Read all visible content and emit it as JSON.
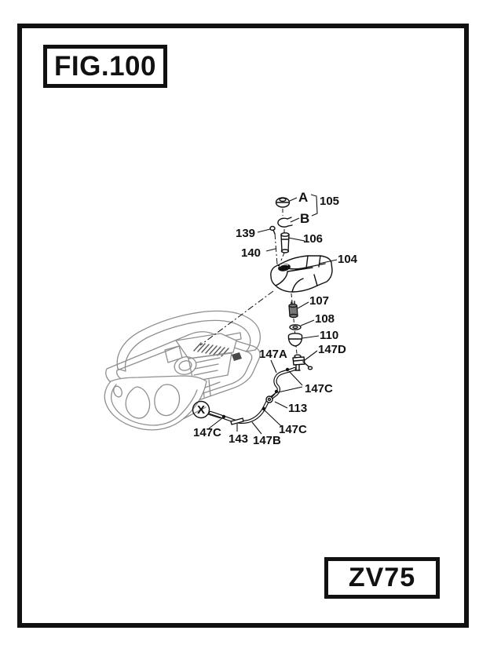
{
  "colors": {
    "ink": "#111111",
    "machine_line": "#8f8f8f",
    "paper": "#ffffff"
  },
  "header": {
    "figure_label": "FIG.100"
  },
  "footer": {
    "model_label": "ZV75"
  },
  "diagram": {
    "description": "Exploded parts view of fuel tank assembly above plate compactor illustration",
    "callouts": {
      "ref_a": "A",
      "ref_b": "B",
      "p105": "105",
      "p139": "139",
      "p140": "140",
      "p106": "106",
      "p104": "104",
      "p107": "107",
      "p108": "108",
      "p110": "110",
      "p147d": "147D",
      "p147a": "147A",
      "p147c_top": "147C",
      "p113": "113",
      "p147c_mid": "147C",
      "p147c_left": "147C",
      "p143": "143",
      "p147b": "147B",
      "x_marker": "X"
    }
  }
}
